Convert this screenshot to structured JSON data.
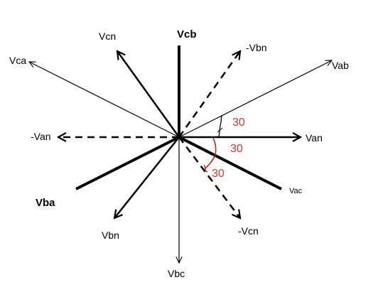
{
  "colors": {
    "ink": "#000000",
    "angle_mark": "#d9342b",
    "background": "#ffffff"
  },
  "labels": {
    "vcb": "Vcb",
    "vcn": "Vcn",
    "vca": "Vca",
    "neg_vbn": "-Vbn",
    "vab": "Vab",
    "neg_van": "-Van",
    "van": "Van",
    "vba": "Vba",
    "vac": "Vac",
    "vbn": "Vbn",
    "neg_vcn": "-Vcn",
    "vbc": "Vbc"
  },
  "angles": {
    "a1": "30",
    "a2": "30",
    "a3": "30"
  }
}
